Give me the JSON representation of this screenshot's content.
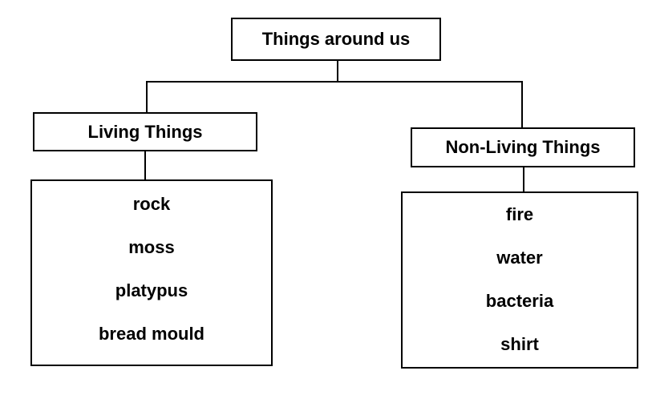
{
  "root": {
    "label": "Things around us"
  },
  "living": {
    "label": "Living Things",
    "items": [
      "rock",
      "moss",
      "platypus",
      "bread mould"
    ]
  },
  "nonliving": {
    "label": "Non-Living Things",
    "items": [
      "fire",
      "water",
      "bacteria",
      "shirt"
    ]
  }
}
